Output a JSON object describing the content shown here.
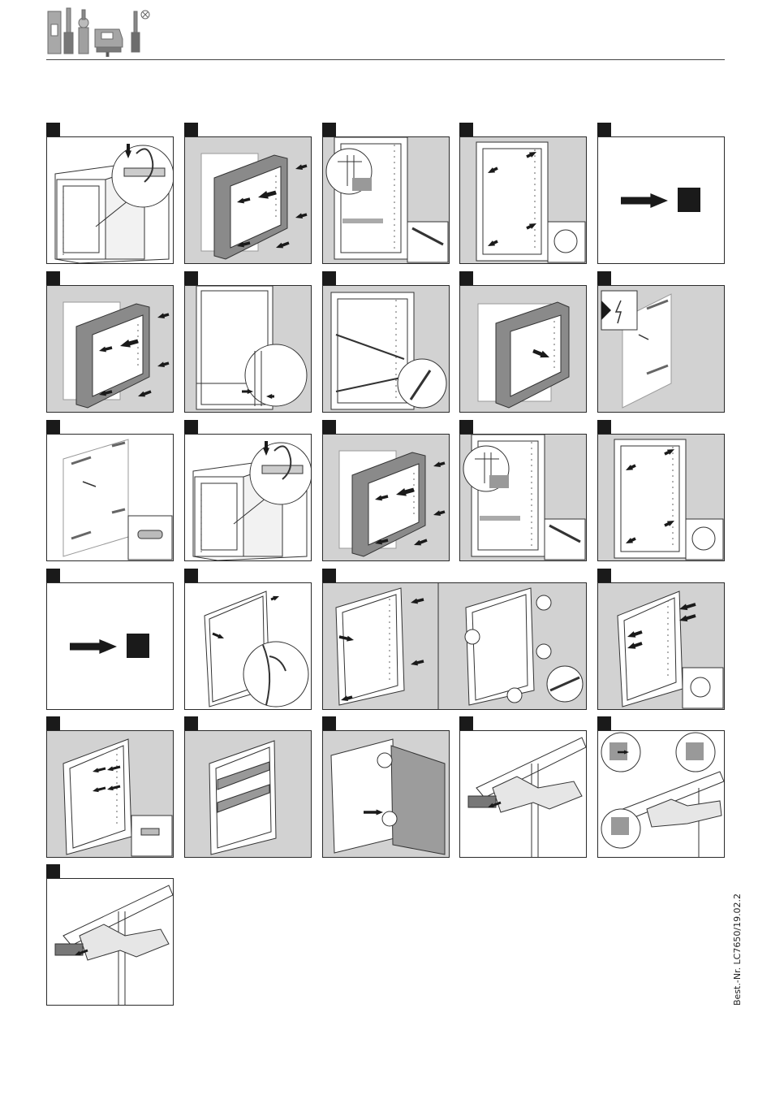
{
  "colors": {
    "panel_gray": "#d2d2d2",
    "cabinet_dark": "#8a8a8a",
    "ink": "#1a1a1a",
    "white": "#ffffff"
  },
  "logo": {
    "icon_names": [
      "spirit-level-icon",
      "screwdriver-icon",
      "drill-icon",
      "jigsaw-icon",
      "screwdriver-icon",
      "registered-mark-icon"
    ]
  },
  "steps": [
    {
      "icon": "cabinet-open-detail-screw-illustration"
    },
    {
      "icon": "cabinet-wall-mount-arrows-illustration"
    },
    {
      "icon": "measurement-detail-pencil-illustration"
    },
    {
      "icon": "door-bumpers-illustration"
    },
    {
      "icon": "goto-step-arrow-illustration"
    },
    {
      "icon": "cabinet-wall-mount-arrows-illustration"
    },
    {
      "icon": "frame-gap-detail-illustration"
    },
    {
      "icon": "adjustment-lines-pencil-illustration"
    },
    {
      "icon": "cabinet-recess-fit-illustration"
    },
    {
      "icon": "electrical-warning-wall-illustration"
    },
    {
      "icon": "wall-drilling-dowel-illustration"
    },
    {
      "icon": "cabinet-open-detail-screw-illustration"
    },
    {
      "icon": "cabinet-wall-mount-arrows-illustration"
    },
    {
      "icon": "measurement-detail-pencil-illustration"
    },
    {
      "icon": "door-bumpers-illustration"
    },
    {
      "icon": "goto-step-arrow-illustration"
    },
    {
      "icon": "frame-seal-peel-illustration"
    },
    {
      "icon": "frame-seal-placement-illustration"
    },
    {
      "icon": "mount-screws-arrows-illustration"
    },
    {
      "icon": "shelf-clips-illustration"
    },
    {
      "icon": "glass-shelves-illustration"
    },
    {
      "icon": "door-hang-illustration"
    },
    {
      "icon": "hinge-cover-remove-illustration"
    },
    {
      "icon": "hinge-adjust-directions-illustration"
    },
    {
      "icon": "hinge-cover-attach-illustration"
    }
  ],
  "footer": {
    "order_number": "Best.-Nr. LC7650/19.02.2"
  }
}
